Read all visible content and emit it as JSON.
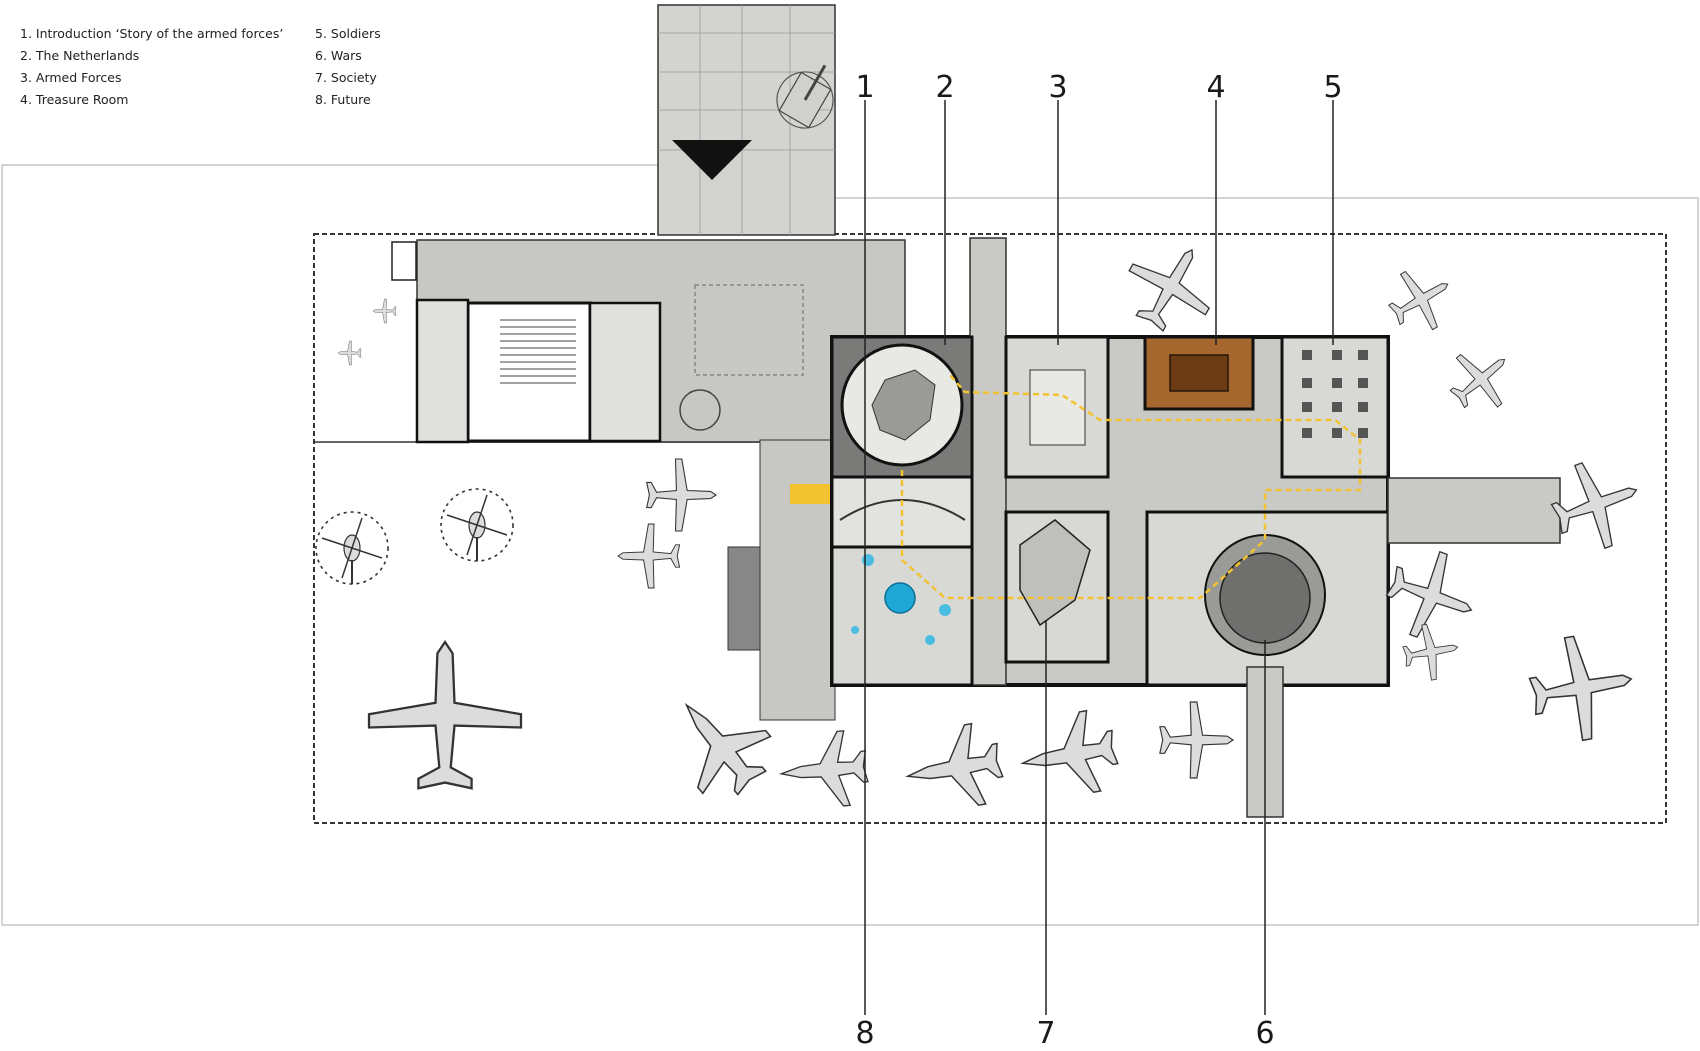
{
  "legend": {
    "left": [
      "1. Introduction ‘Story of the armed forces’",
      "2. The Netherlands",
      "3. Armed Forces",
      "4. Treasure Room"
    ],
    "right": [
      "5. Soldiers",
      "6. Wars",
      "7. Society",
      "8. Future"
    ]
  },
  "callouts": {
    "top": [
      "1",
      "2",
      "3",
      "4",
      "5"
    ],
    "bottom": [
      "8",
      "7",
      "6"
    ]
  },
  "colors": {
    "wall": "#1c1c1c",
    "floor": "#c9c9c6",
    "floor_light": "#d8d8d5",
    "route": "#f2c230",
    "treasure_room": "#a5672e",
    "water_blue": "#1fa7d6",
    "aircraft": "#d9d9d9"
  },
  "icons": [
    "entrance-arrow-icon",
    "aircraft-icon",
    "helicopter-icon",
    "tank-icon",
    "elevator-icon"
  ]
}
